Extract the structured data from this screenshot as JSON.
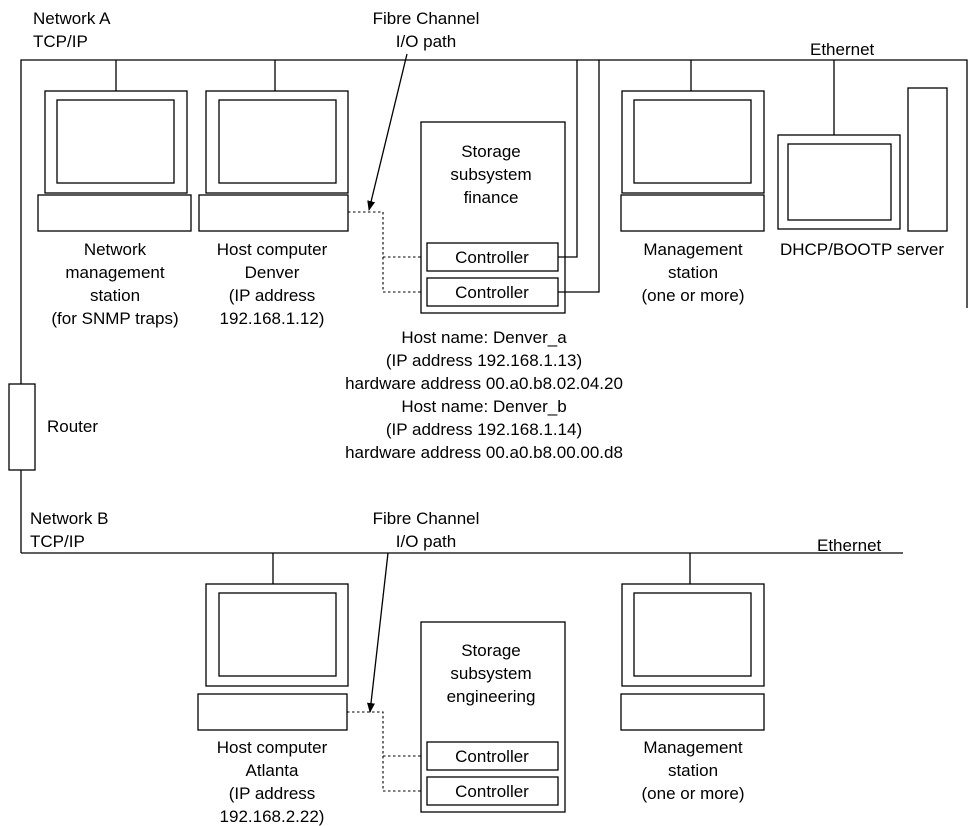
{
  "network_a": {
    "name": "Network A",
    "protocol": "TCP/IP",
    "medium": "Ethernet",
    "fibre_label": [
      "Fibre Channel",
      "I/O path"
    ],
    "nms_label": [
      "Network",
      "management",
      "station",
      "(for SNMP traps)"
    ],
    "host_label": [
      "Host computer",
      "Denver",
      "(IP address",
      "192.168.1.12)"
    ],
    "storage_label": [
      "Storage",
      "subsystem",
      "finance"
    ],
    "controllers": [
      "Controller",
      "Controller"
    ],
    "mgmt_label": [
      "Management",
      "station",
      "(one or more)"
    ],
    "dhcp_label": "DHCP/BOOTP server",
    "host_info": [
      "Host name: Denver_a",
      "(IP address 192.168.1.13)",
      "hardware address 00.a0.b8.02.04.20",
      "Host name: Denver_b",
      "(IP address 192.168.1.14)",
      "hardware address 00.a0.b8.00.00.d8"
    ]
  },
  "router_label": "Router",
  "network_b": {
    "name": "Network B",
    "protocol": "TCP/IP",
    "medium": "Ethernet",
    "fibre_label": [
      "Fibre Channel",
      "I/O path"
    ],
    "host_label": [
      "Host computer",
      "Atlanta",
      "(IP address",
      "192.168.2.22)"
    ],
    "storage_label": [
      "Storage",
      "subsystem",
      "engineering"
    ],
    "controllers": [
      "Controller",
      "Controller"
    ],
    "mgmt_label": [
      "Management",
      "station",
      "(one or more)"
    ]
  }
}
